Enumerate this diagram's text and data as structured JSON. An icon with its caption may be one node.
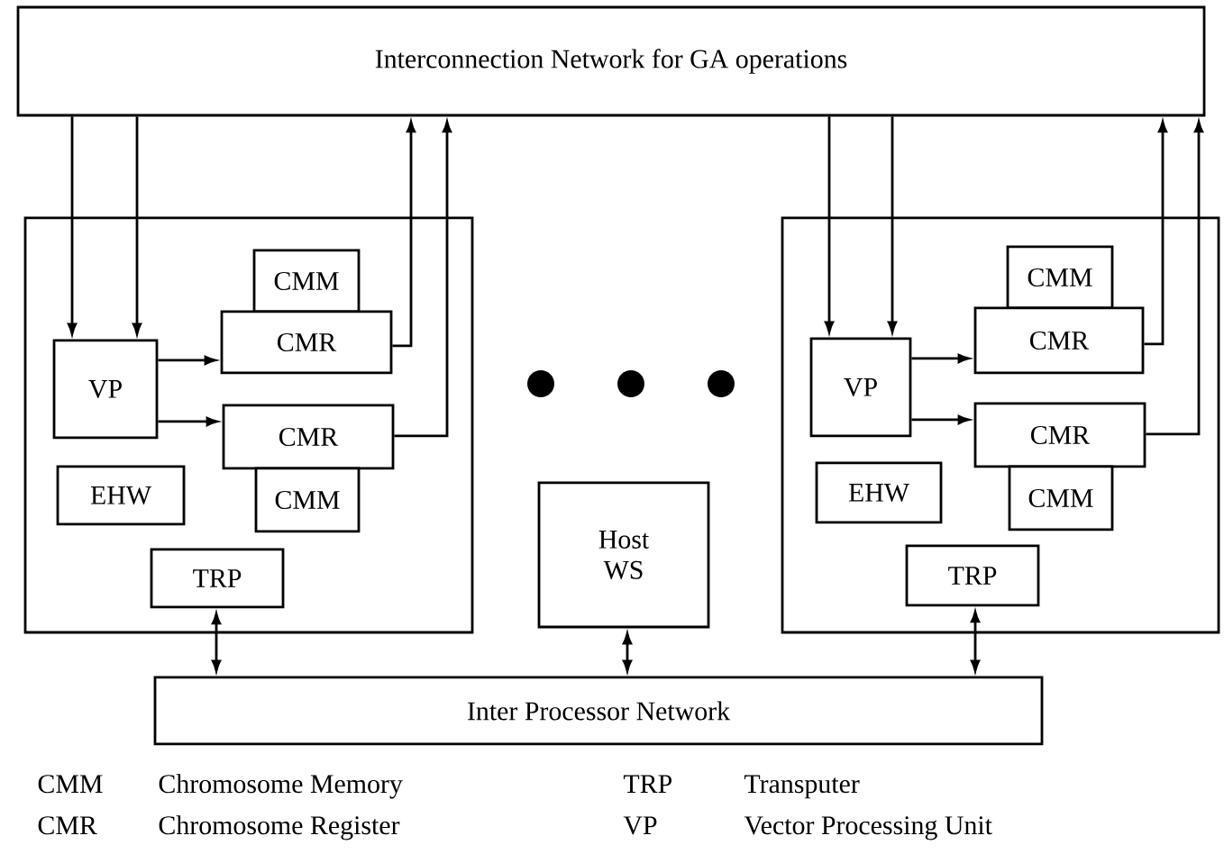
{
  "diagram": {
    "nodes": [
      {
        "text": [
          "Interconnection Network for GA operations"
        ]
      },
      {
        "text": [],
        "shape": "box"
      },
      {
        "text": [
          "VP"
        ],
        "in": 1
      },
      {
        "text": [
          "CMM"
        ],
        "in": 1
      },
      {
        "text": [
          "CMR"
        ],
        "in": 1
      },
      {
        "text": [
          "CMR"
        ],
        "in": 1
      },
      {
        "text": [
          "CMM"
        ],
        "in": 1
      },
      {
        "text": [
          "EHW"
        ],
        "in": 1
      },
      {
        "text": [
          "TRP"
        ],
        "in": 1
      },
      {
        "text": [
          "Host WS"
        ]
      },
      {
        "text": [],
        "shape": "box"
      },
      {
        "text": [
          "VP"
        ],
        "in": 10
      },
      {
        "text": [
          "CMM"
        ],
        "in": 10
      },
      {
        "text": [
          "CMR"
        ],
        "in": 10
      },
      {
        "text": [
          "CMR"
        ],
        "in": 10
      },
      {
        "text": [
          "CMM"
        ],
        "in": 10
      },
      {
        "text": [
          "EHW"
        ],
        "in": 10
      },
      {
        "text": [
          "TRP"
        ],
        "in": 10
      },
      {
        "text": [
          "Inter Processor Network"
        ]
      }
    ],
    "edges": [
      {
        "from": 0,
        "to": 2,
        "arrow": "to"
      },
      {
        "from": 0,
        "to": 2,
        "arrow": "to"
      },
      {
        "from": 2,
        "to": 4,
        "arrow": "to"
      },
      {
        "from": 2,
        "to": 5,
        "arrow": "to"
      },
      {
        "from": 4,
        "to": 0,
        "arrow": "to"
      },
      {
        "from": 5,
        "to": 0,
        "arrow": "to"
      },
      {
        "from": 0,
        "to": 11,
        "arrow": "to"
      },
      {
        "from": 0,
        "to": 11,
        "arrow": "to"
      },
      {
        "from": 11,
        "to": 13,
        "arrow": "to"
      },
      {
        "from": 11,
        "to": 14,
        "arrow": "to"
      },
      {
        "from": 13,
        "to": 0,
        "arrow": "to"
      },
      {
        "from": 14,
        "to": 0,
        "arrow": "to"
      },
      {
        "from": 8,
        "to": 18,
        "arrow": "both"
      },
      {
        "from": 9,
        "to": 18,
        "arrow": "both"
      },
      {
        "from": 17,
        "to": 18,
        "arrow": "both"
      }
    ],
    "labels": [
      "CMM",
      "Chromosome Memory",
      "TRP",
      "Transputer",
      "CMR",
      "Chromosome Register",
      "VP",
      "Vector Processing Unit"
    ]
  }
}
